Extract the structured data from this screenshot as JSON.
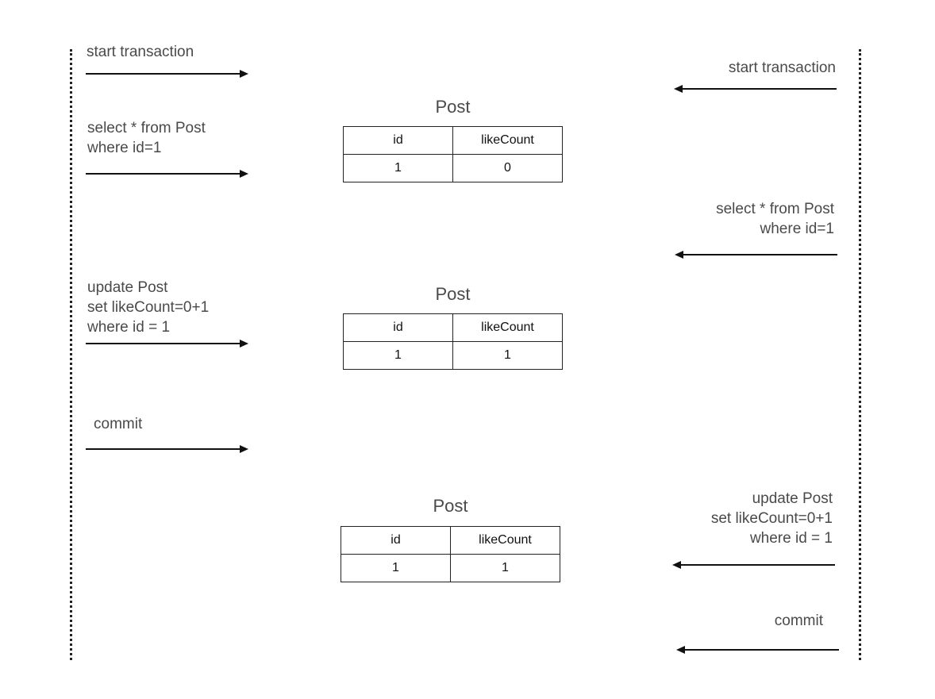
{
  "left_transaction": {
    "steps": [
      {
        "label": "start transaction"
      },
      {
        "label": "select * from Post\nwhere id=1"
      },
      {
        "label": "update Post\nset likeCount=0+1\nwhere id = 1"
      },
      {
        "label": "commit"
      }
    ]
  },
  "right_transaction": {
    "steps": [
      {
        "label": "start transaction"
      },
      {
        "label": "select * from Post\nwhere id=1"
      },
      {
        "label": "update Post\nset likeCount=0+1\nwhere id = 1"
      },
      {
        "label": "commit"
      }
    ]
  },
  "tables": [
    {
      "title": "Post",
      "headers": [
        "id",
        "likeCount"
      ],
      "row": [
        "1",
        "0"
      ]
    },
    {
      "title": "Post",
      "headers": [
        "id",
        "likeCount"
      ],
      "row": [
        "1",
        "1"
      ]
    },
    {
      "title": "Post",
      "headers": [
        "id",
        "likeCount"
      ],
      "row": [
        "1",
        "1"
      ]
    }
  ]
}
